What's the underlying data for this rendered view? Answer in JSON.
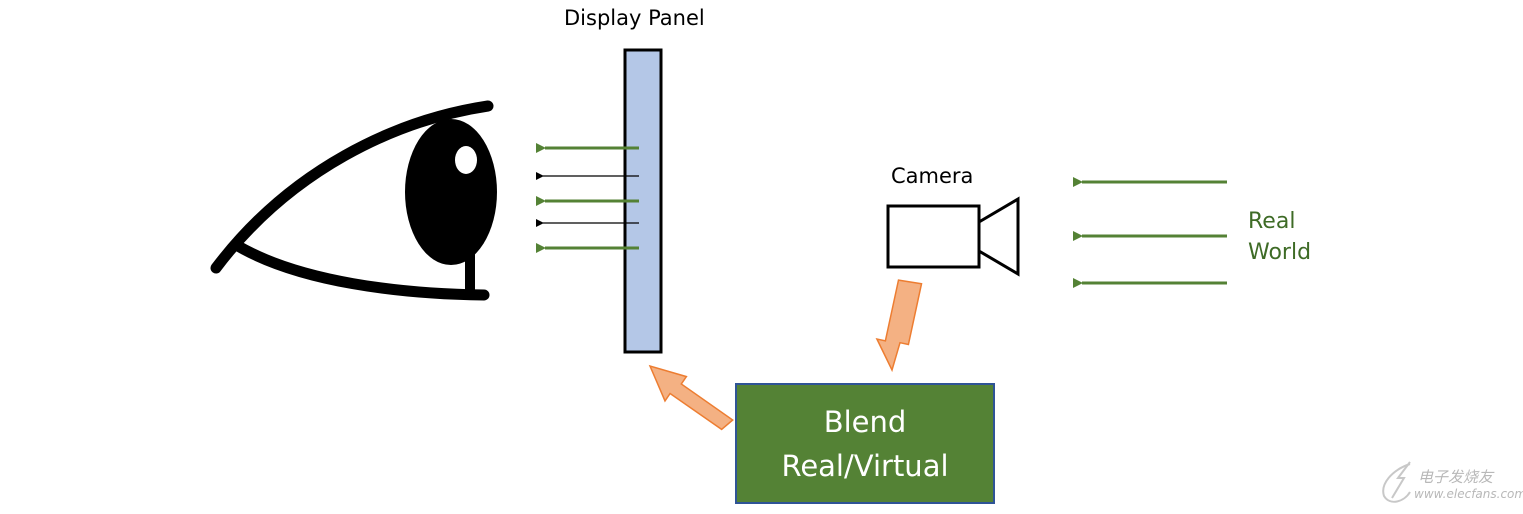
{
  "labels": {
    "display_panel": "Display Panel",
    "camera": "Camera",
    "real_world_line1": "Real",
    "real_world_line2": "World",
    "blend_line1": "Blend",
    "blend_line2": "Real/Virtual"
  },
  "watermark": {
    "text": "电子发烧友",
    "url": "www.elecfans.com"
  },
  "icons": {
    "eye": "eye-icon",
    "camera": "video-camera-icon",
    "watermark_logo": "elecfans-logo-icon"
  },
  "colors": {
    "panel_fill": "#b4c7e7",
    "green_arrow": "#548235",
    "black_arrow": "#000000",
    "orange_arrow_fill": "#f4b183",
    "orange_arrow_stroke": "#ed7d31",
    "blend_fill": "#548235",
    "blend_border": "#2f5496",
    "real_world_text": "#3e6b26"
  }
}
